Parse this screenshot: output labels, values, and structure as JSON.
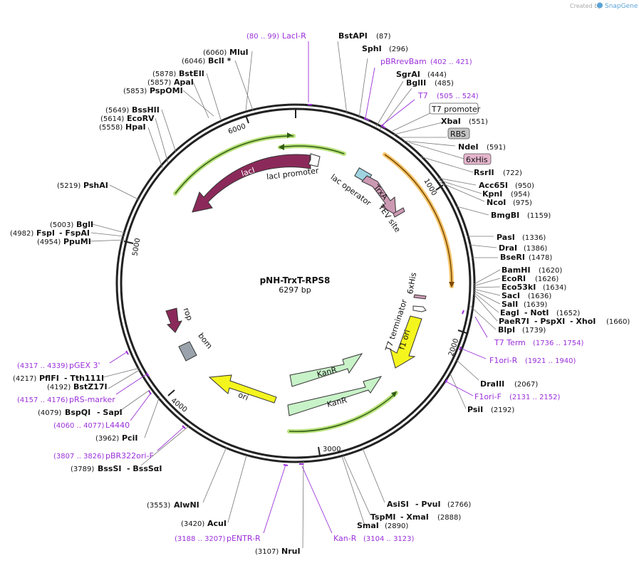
{
  "watermark": {
    "prefix": "Created by",
    "brand": "SnapGene"
  },
  "plasmid": {
    "name": "pNH-TrxT-RPS8",
    "size_label": "6297 bp",
    "length": 6297
  },
  "ticks": [
    "1000",
    "2000",
    "3000",
    "4000",
    "5000",
    "6000"
  ],
  "colors": {
    "lacI": "#8b2a5a",
    "rop": "#8b2a5a",
    "bom": "#9aa3ab",
    "ori": "#f5f51e",
    "f1ori": "#f5f51e",
    "kanR": "#c8f2c8",
    "trxA": "#cc99b3",
    "primer": "#9b30d9",
    "halo_green": "#b9e07a",
    "halo_orange": "#f5c46a"
  },
  "enzymes": [
    {
      "name": "BstAPI",
      "pos": "(87)"
    },
    {
      "name": "SphI",
      "pos": "(296)"
    },
    {
      "name": "SgrAI",
      "pos": "(444)"
    },
    {
      "name": "BglII",
      "pos": "(485)"
    },
    {
      "name": "XbaI",
      "pos": "(551)"
    },
    {
      "name": "NdeI",
      "pos": "(591)"
    },
    {
      "name": "RsrII",
      "pos": "(722)"
    },
    {
      "name": "Acc65I",
      "pos": "(950)"
    },
    {
      "name": "KpnI",
      "pos": "(954)"
    },
    {
      "name": "NcoI",
      "pos": "(975)"
    },
    {
      "name": "BmgBI",
      "pos": "(1159)"
    },
    {
      "name": "PasI",
      "pos": "(1336)"
    },
    {
      "name": "DraI",
      "pos": "(1386)"
    },
    {
      "name": "BseRI",
      "pos": "(1478)"
    },
    {
      "name": "BamHI",
      "pos": "(1620)"
    },
    {
      "name": "EcoRI",
      "pos": "(1626)"
    },
    {
      "name": "Eco53kI",
      "pos": "(1634)"
    },
    {
      "name": "SacI",
      "pos": "(1636)"
    },
    {
      "name": "SalI",
      "pos": "(1639)"
    },
    {
      "name": "EagI",
      "name2": "- NotI",
      "pos": "(1652)"
    },
    {
      "name": "PaeR7I",
      "name2": "- PspXI",
      "name3": "- XhoI",
      "pos": "(1660)"
    },
    {
      "name": "BlpI",
      "pos": "(1739)"
    },
    {
      "name": "DraIII",
      "pos": "(2067)"
    },
    {
      "name": "PsiI",
      "pos": "(2192)"
    },
    {
      "name": "AsiSI",
      "name2": "- PvuI",
      "pos": "(2766)"
    },
    {
      "name": "TspMI",
      "name2": "- XmaI",
      "pos": "(2888)"
    },
    {
      "name": "SmaI",
      "pos": "(2890)"
    },
    {
      "name": "NruI",
      "pos": "(3107)"
    },
    {
      "name": "AcuI",
      "pos": "(3420)"
    },
    {
      "name": "AlwNI",
      "pos": "(3553)"
    },
    {
      "name": "BssSI",
      "name2": "- BssSαI",
      "pos": "(3789)"
    },
    {
      "name": "PciI",
      "pos": "(3962)"
    },
    {
      "name": "BspQI",
      "name2": "- SapI",
      "pos": "(4079)"
    },
    {
      "name": "BstZ17I",
      "pos": "(4192)"
    },
    {
      "name": "PflFI",
      "name2": "- Tth111I",
      "pos": "(4217)"
    },
    {
      "name": "PpuMI",
      "pos": "(4954)"
    },
    {
      "name": "FspI",
      "name2": "- FspAI",
      "pos": "(4982)"
    },
    {
      "name": "BglI",
      "pos": "(5003)"
    },
    {
      "name": "PshAI",
      "pos": "(5219)"
    },
    {
      "name": "HpaI",
      "pos": "(5558)"
    },
    {
      "name": "EcoRV",
      "pos": "(5614)"
    },
    {
      "name": "BssHII",
      "pos": "(5649)"
    },
    {
      "name": "PspOMI",
      "pos": "(5853)"
    },
    {
      "name": "ApaI",
      "pos": "(5857)"
    },
    {
      "name": "BstEII",
      "pos": "(5878)"
    },
    {
      "name": "BclI *",
      "pos": "(6046)"
    },
    {
      "name": "MluI",
      "pos": "(6060)"
    }
  ],
  "primers": [
    {
      "name": "LacI-R",
      "range": "(80 .. 99)"
    },
    {
      "name": "pBRrevBam",
      "range": "(402 .. 421)"
    },
    {
      "name": "T7",
      "range": "(505 .. 524)"
    },
    {
      "name": "T7 Term",
      "range": "(1736 .. 1754)"
    },
    {
      "name": "F1ori-R",
      "range": "(1921 .. 1940)"
    },
    {
      "name": "F1ori-F",
      "range": "(2131 .. 2152)"
    },
    {
      "name": "Kan-R",
      "range": "(3104 .. 3123)"
    },
    {
      "name": "pENTR-R",
      "range": "(3188 .. 3207)"
    },
    {
      "name": "pBR322ori-F",
      "range": "(3807 .. 3826)"
    },
    {
      "name": "L4440",
      "range": "(4060 .. 4077)"
    },
    {
      "name": "pRS-marker",
      "range": "(4157 .. 4176)"
    },
    {
      "name": "pGEX 3'",
      "range": "(4317 .. 4339)"
    }
  ],
  "boxed_features": [
    "T7 promoter",
    "RBS",
    "6xHis"
  ],
  "features": [
    "lacI",
    "lacI promoter",
    "lac operator",
    "TrxA",
    "TEV site",
    "6xHis",
    "T7 terminator",
    "f1 ori",
    "KanR",
    "KanR",
    "ori",
    "rop",
    "bom"
  ]
}
